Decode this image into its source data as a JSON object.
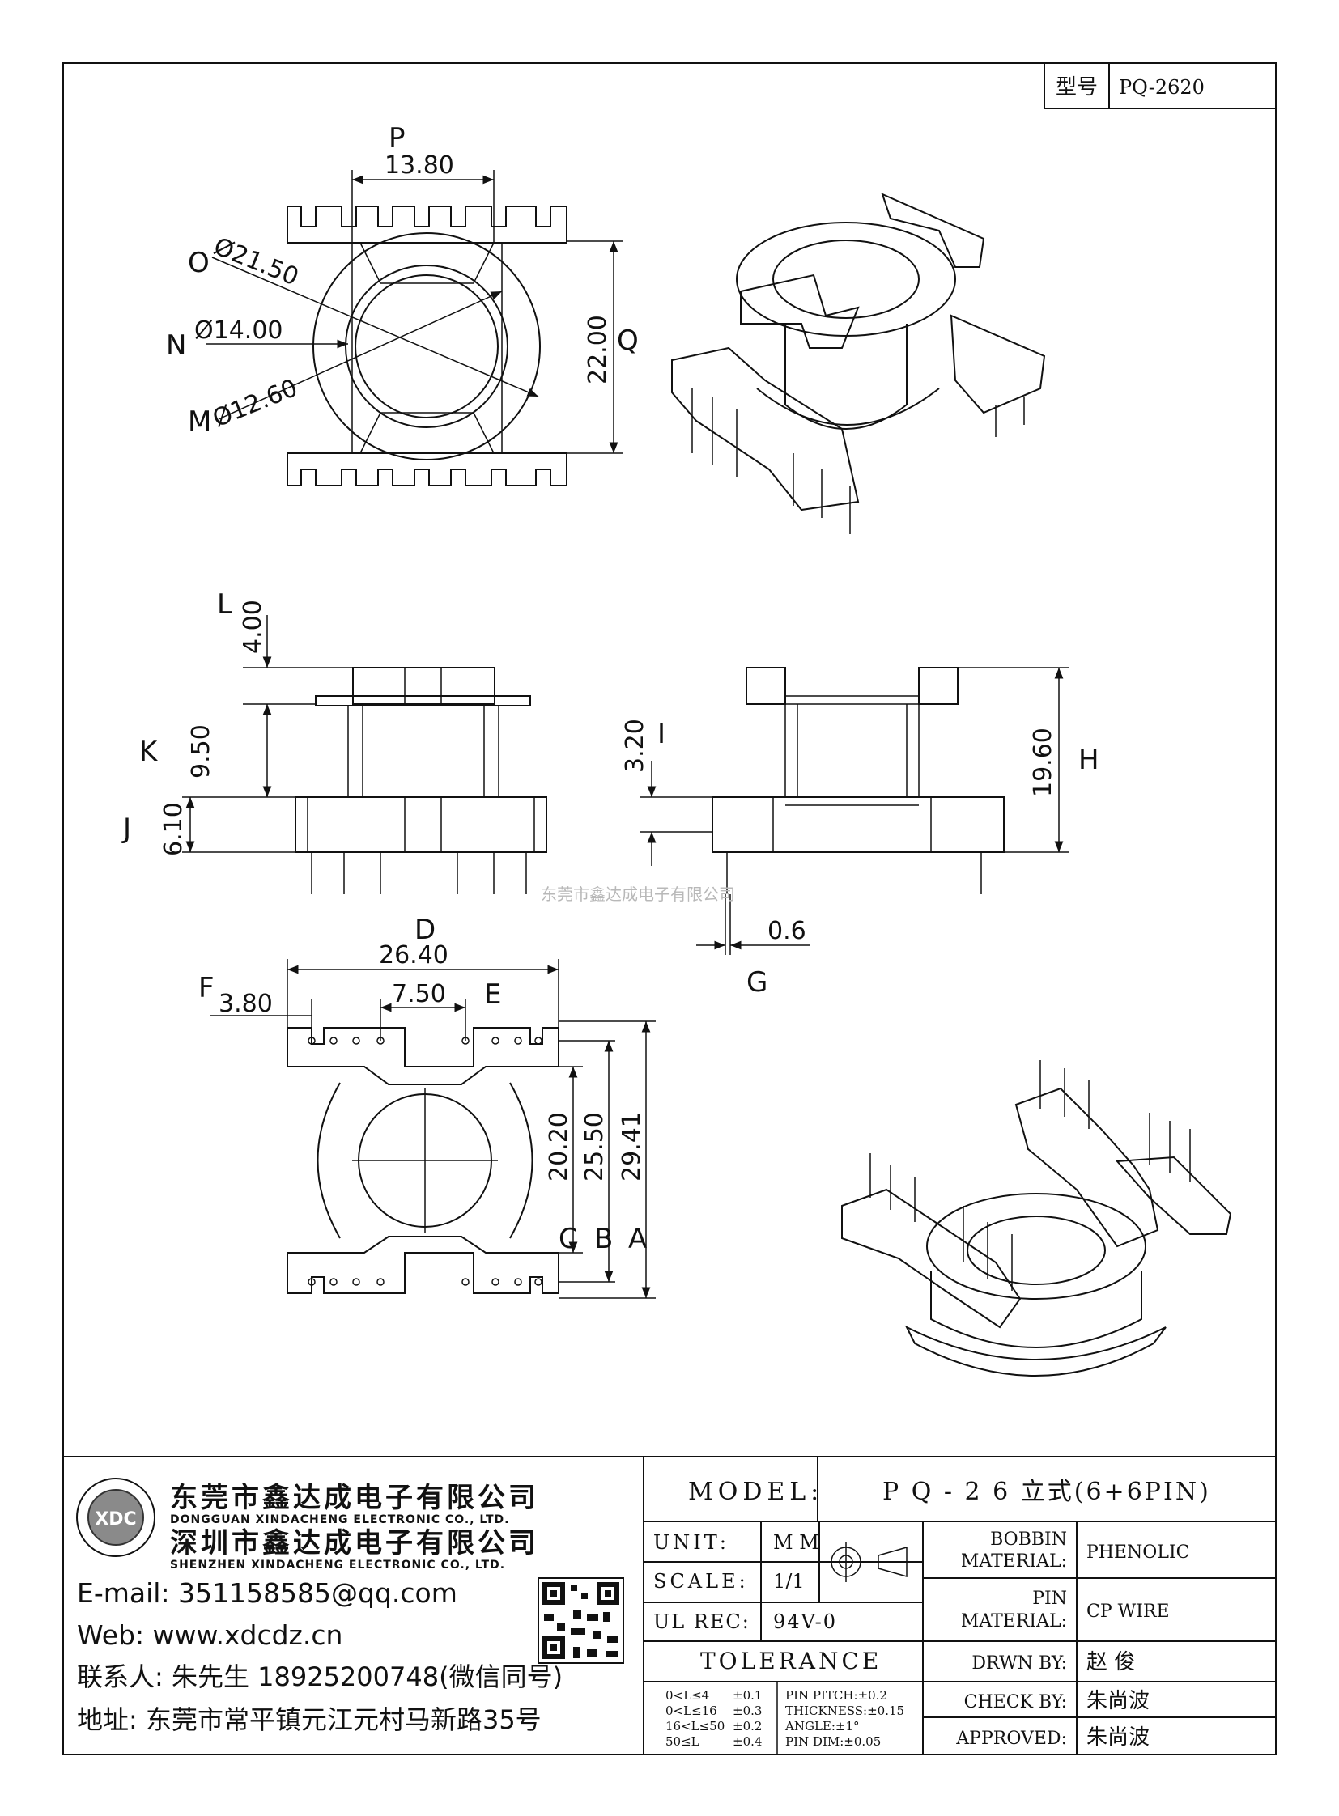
{
  "part_number_label": "型号",
  "part_number": "PQ-2620",
  "dimensions": {
    "P": {
      "letter": "P",
      "value": "13.80"
    },
    "O": {
      "letter": "O",
      "value": "Ø21.50"
    },
    "N": {
      "letter": "N",
      "value": "Ø14.00"
    },
    "M": {
      "letter": "M",
      "value": "Ø12.60"
    },
    "Q": {
      "letter": "Q",
      "value": "22.00"
    },
    "L": {
      "letter": "L",
      "value": "4.00"
    },
    "K": {
      "letter": "K",
      "value": "9.50"
    },
    "J": {
      "letter": "J",
      "value": "6.10"
    },
    "I": {
      "letter": "I",
      "value": "3.20"
    },
    "H": {
      "letter": "H",
      "value": "19.60"
    },
    "G": {
      "letter": "G",
      "value": "0.6"
    },
    "D": {
      "letter": "D",
      "value": "26.40"
    },
    "F": {
      "letter": "F",
      "value": "3.80"
    },
    "E": {
      "letter": "E",
      "value": "7.50"
    },
    "C": {
      "letter": "C",
      "value": "20.20"
    },
    "B": {
      "letter": "B",
      "value": "25.50"
    },
    "A": {
      "letter": "A",
      "value": "29.41"
    }
  },
  "watermark": "东莞市鑫达成电子有限公司",
  "company": {
    "name_cn_1": "东莞市鑫达成电子有限公司",
    "name_en_1": "DONGGUAN XINDACHENG ELECTRONIC CO., LTD.",
    "name_cn_2": "深圳市鑫达成电子有限公司",
    "name_en_2": "SHENZHEN XINDACHENG ELECTRONIC CO., LTD.",
    "logo_text": "XDC",
    "email": "E-mail: 351158585@qq.com",
    "web": "Web: www.xdcdz.cn",
    "contact": "联系人: 朱先生 18925200748(微信同号)",
    "address": "地址: 东莞市常平镇元江元村马新路35号"
  },
  "title_block": {
    "model_label": "MODEL:",
    "model_value": "P Q - 2 6 立式(6+6PIN)",
    "unit_label": "UNIT:",
    "unit_value": "M M",
    "scale_label": "SCALE:",
    "scale_value": "1/1",
    "ulrec_label": "UL REC:",
    "ulrec_value": "94V-0",
    "tolerance_label": "TOLERANCE",
    "bobbin_material_label_1": "BOBBIN",
    "bobbin_material_label_2": "MATERIAL:",
    "bobbin_material_value": "PHENOLIC",
    "pin_material_label_1": "PIN",
    "pin_material_label_2": "MATERIAL:",
    "pin_material_value": "CP WIRE",
    "drawn_by_label": "DRWN BY:",
    "drawn_by_value": "赵  俊",
    "check_by_label": "CHECK BY:",
    "check_by_value": "朱尚波",
    "approved_label": "APPROVED:",
    "approved_value": "朱尚波",
    "tolerances": [
      {
        "range": "0<L≤4",
        "tol": "±0.1",
        "spec": "PIN PITCH:±0.2"
      },
      {
        "range": "0<L≤16",
        "tol": "±0.3",
        "spec": "THICKNESS:±0.15"
      },
      {
        "range": "16<L≤50",
        "tol": "±0.2",
        "spec": "ANGLE:±1°"
      },
      {
        "range": "50≤L",
        "tol": "±0.4",
        "spec": "PIN DIM:±0.05"
      }
    ]
  }
}
